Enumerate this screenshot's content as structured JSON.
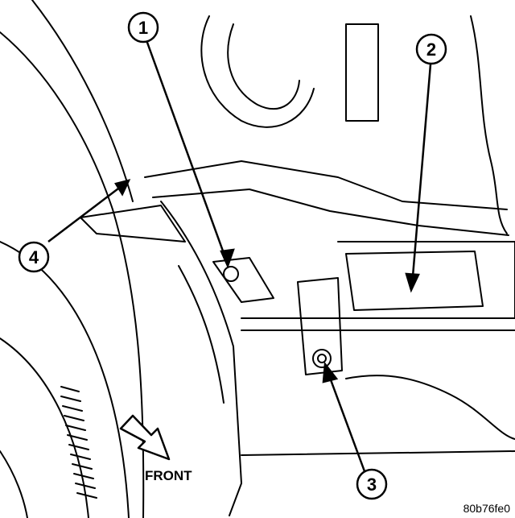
{
  "callouts": [
    {
      "id": "1",
      "label": "1"
    },
    {
      "id": "2",
      "label": "2"
    },
    {
      "id": "3",
      "label": "3"
    },
    {
      "id": "4",
      "label": "4"
    }
  ],
  "front_label": "FRONT",
  "figure_code": "80b76fe0"
}
